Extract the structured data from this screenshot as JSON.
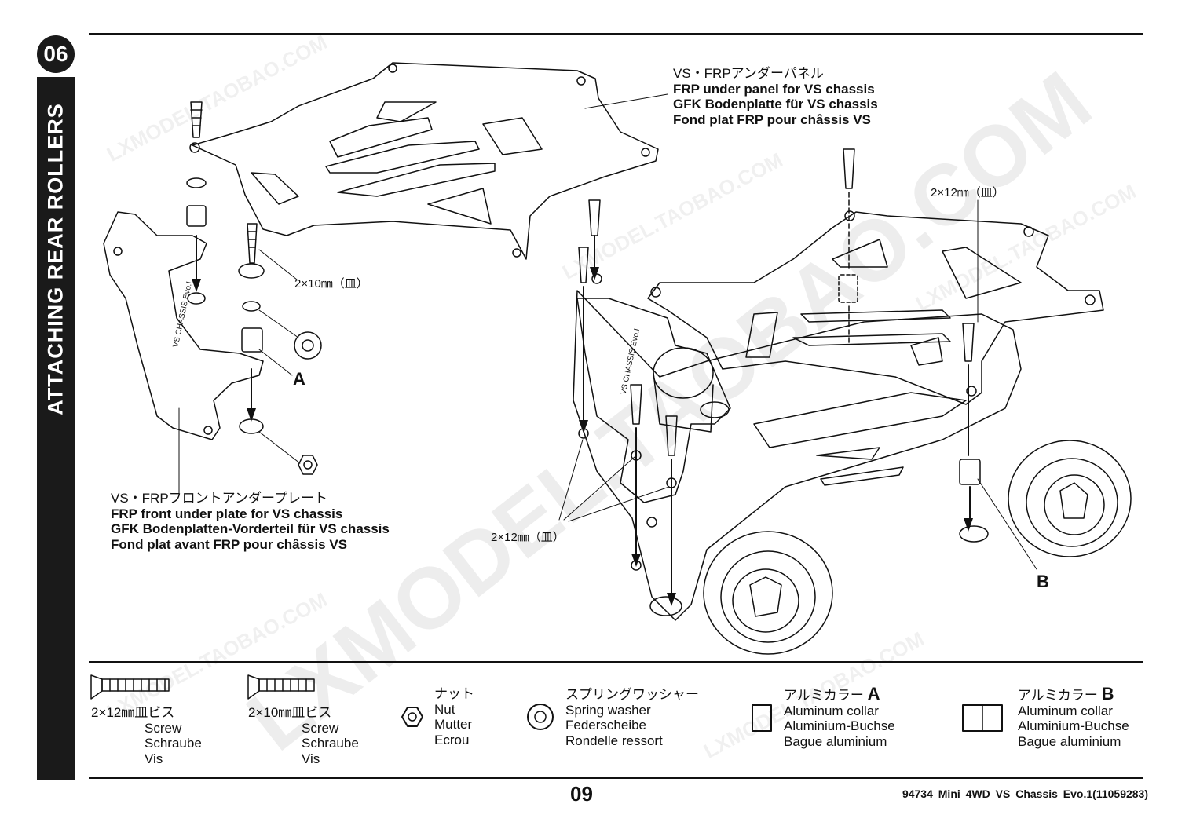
{
  "step": {
    "number": "06",
    "title": "ATTACHING REAR ROLLERS"
  },
  "labels": {
    "under_panel": [
      "VS・FRPアンダーパネル",
      "FRP under panel for VS chassis",
      "GFK Bodenplatte für VS chassis",
      "Fond plat FRP pour châssis VS"
    ],
    "front_plate": [
      "VS・FRPフロントアンダープレート",
      "FRP front under plate for VS chassis",
      "GFK Bodenplatten-Vorderteil für VS chassis",
      "Fond plat avant FRP pour châssis VS"
    ],
    "dim_10_left": "2×10㎜（皿）",
    "dim_12_right": "2×12㎜（皿）",
    "dim_12_bottom": "2×12㎜（皿）",
    "letter_a": "A",
    "letter_b": "B",
    "plate_engraving": "VS CHASSIS Evo.I"
  },
  "parts": {
    "screw12": {
      "title": "2×12㎜皿ビス",
      "lines": [
        "Screw",
        "Schraube",
        "Vis"
      ]
    },
    "screw10": {
      "title": "2×10㎜皿ビス",
      "lines": [
        "Screw",
        "Schraube",
        "Vis"
      ]
    },
    "nut": {
      "lines": [
        "ナット",
        "Nut",
        "Mutter",
        "Ecrou"
      ]
    },
    "washer": {
      "lines": [
        "スプリングワッシャー",
        "Spring washer",
        "Federscheibe",
        "Rondelle ressort"
      ]
    },
    "collar_a": {
      "title": "アルミカラー",
      "letter": "A",
      "lines": [
        "Aluminum collar",
        "Aluminium-Buchse",
        "Bague aluminium"
      ]
    },
    "collar_b": {
      "title": "アルミカラー",
      "letter": "B",
      "lines": [
        "Aluminum collar",
        "Aluminium-Buchse",
        "Bague aluminium"
      ]
    }
  },
  "footer": {
    "page": "09",
    "product": "94734 Mini 4WD VS Chassis Evo.1(11059283)"
  },
  "watermarks": [
    "LXMODEL.TAOBAO.COM",
    "LXMODEL.TAOBAO.COM",
    "LXMODEL.TAOBAO.COM",
    "LXMODEL.TAOBAO.COM",
    "LXMODEL.TAOBAO.COM",
    "LXMODEL.TAOBAO.COM"
  ]
}
